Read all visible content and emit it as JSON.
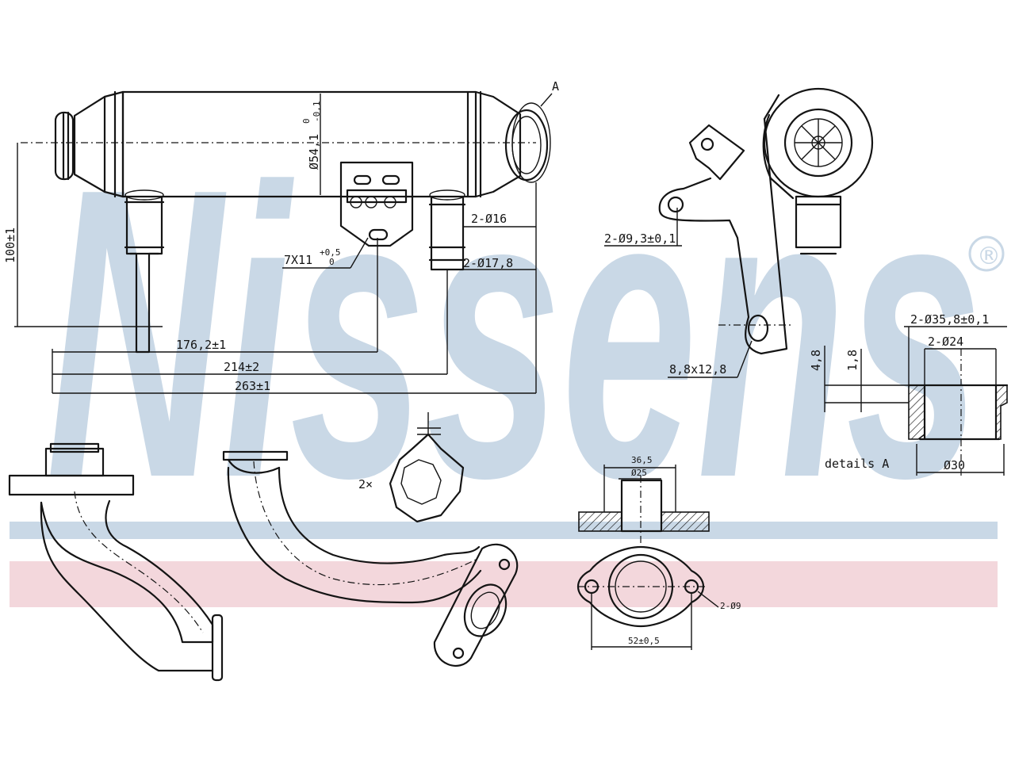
{
  "brand": {
    "watermark": "Nissens",
    "registered_mark": "®"
  },
  "colors": {
    "watermark": "#c9d8e6",
    "stripe_blue": "#c9d8e6",
    "stripe_pink": "#f3d7dc",
    "lines": "#141414"
  },
  "dimensions": {
    "diameter_body": "Ø54,1",
    "diameter_body_tol_upper": "0",
    "diameter_body_tol_lower": "-0,1",
    "height_100": "100±1",
    "slot": "7X11",
    "slot_tol_upper": "+0,5",
    "slot_tol_lower": "0",
    "port_d16": "2-Ø16",
    "port_d178": "2-Ø17,8",
    "len_1762": "176,2±1",
    "len_214": "214±2",
    "len_263": "263±1",
    "hole_93": "2-Ø9,3±0,1",
    "slot_88": "8,8x12,8",
    "detail_d358": "2-Ø35,8±0,1",
    "detail_d24": "2-Ø24",
    "detail_48": "4,8",
    "detail_18": "1,8",
    "detail_d30": "Ø30",
    "detail_label": "details A",
    "detail_marker": "A",
    "gasket_qty": "2×",
    "flange_365": "36,5",
    "flange_d25": "Ø25",
    "flange_holes": "2-Ø9",
    "flange_52": "52±0,5"
  }
}
